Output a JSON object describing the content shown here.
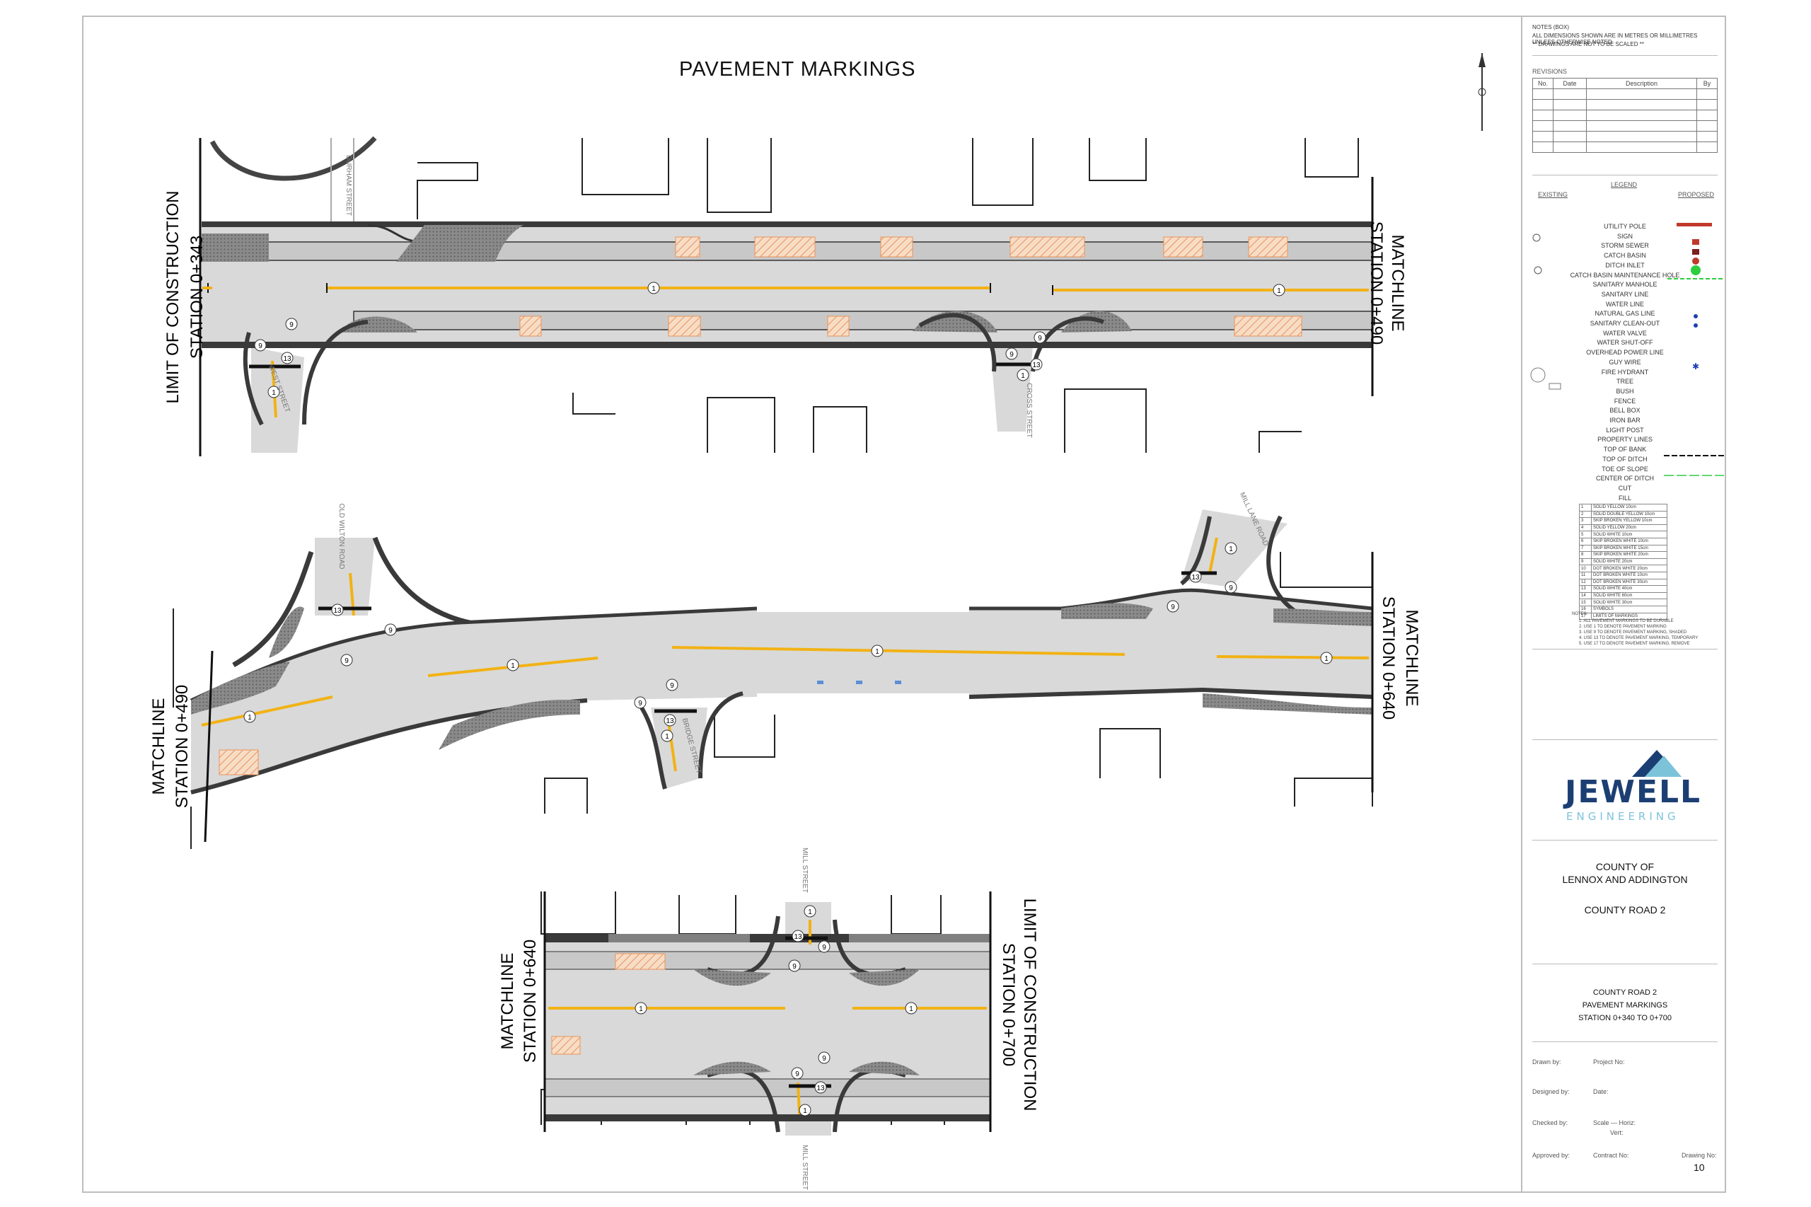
{
  "sheet": {
    "title": "PAVEMENT MARKINGS"
  },
  "plan_view_1": {
    "left_label": [
      "LIMIT OF CONSTRUCTION",
      "STATION 0+343"
    ],
    "right_label": [
      "MATCHLINE",
      "STATION 0+490"
    ],
    "streets": [
      "DURHAM STREET",
      "WEST STREET",
      "CROSS STREET"
    ],
    "marking_callouts": [
      "1",
      "1",
      "9",
      "9",
      "13",
      "1",
      "9",
      "9",
      "13"
    ]
  },
  "plan_view_2": {
    "left_label": [
      "MATCHLINE",
      "STATION 0+490"
    ],
    "right_label": [
      "MATCHLINE",
      "STATION 0+640"
    ],
    "streets": [
      "OLD WILTON ROAD",
      "BRIDGE STREET",
      "MILL LANE ROAD"
    ],
    "marking_callouts": [
      "13",
      "9",
      "9",
      "1",
      "1",
      "1",
      "1",
      "9",
      "9",
      "13",
      "1",
      "13",
      "9",
      "9",
      "1"
    ]
  },
  "plan_view_3": {
    "left_label": [
      "MATCHLINE",
      "STATION 0+640"
    ],
    "right_label": [
      "LIMIT OF CONSTRUCTION",
      "STATION 0+700"
    ],
    "streets": [
      "MILL STREET",
      "MILL STREET"
    ],
    "marking_callouts": [
      "1",
      "13",
      "9",
      "9",
      "1",
      "1",
      "9",
      "9",
      "13",
      "1"
    ]
  },
  "title_block": {
    "notes_header": "NOTES (BOX)",
    "notes_lines": [
      "ALL DIMENSIONS SHOWN ARE IN METRES OR MILLIMETRES UNLESS OTHERWISE NOTED",
      "** DRAWINGS ARE NOT TO BE SCALED **"
    ],
    "revisions_label": "REVISIONS",
    "revisions_headers": [
      "No.",
      "Date",
      "Description",
      "By"
    ],
    "legend_title": "LEGEND",
    "legend_existing": "EXISTING",
    "legend_proposed": "PROPOSED",
    "legend_items": [
      "UTILITY POLE",
      "SIGN",
      "STORM SEWER",
      "CATCH BASIN",
      "DITCH INLET",
      "CATCH BASIN MAINTENANCE HOLE",
      "SANITARY MANHOLE",
      "SANITARY LINE",
      "WATER LINE",
      "NATURAL GAS LINE",
      "SANITARY CLEAN-OUT",
      "WATER VALVE",
      "WATER SHUT-OFF",
      "OVERHEAD POWER LINE",
      "GUY WIRE",
      "FIRE HYDRANT",
      "TREE",
      "BUSH",
      "FENCE",
      "BELL BOX",
      "IRON BAR",
      "LIGHT POST",
      "PROPERTY LINES",
      "TOP OF BANK",
      "TOP OF DITCH",
      "TOE OF SLOPE",
      "CENTER OF DITCH",
      "CUT",
      "FILL"
    ],
    "marking_types": [
      [
        "1",
        "SOLID YELLOW 10cm"
      ],
      [
        "2",
        "SOLID DOUBLE YELLOW 10cm"
      ],
      [
        "3",
        "SKIP BROKEN YELLOW 10cm"
      ],
      [
        "4",
        "SOLID YELLOW 20cm"
      ],
      [
        "5",
        "SOLID WHITE 10cm"
      ],
      [
        "6",
        "SKIP BROKEN WHITE 10cm"
      ],
      [
        "7",
        "SKIP BROKEN WHITE 15cm"
      ],
      [
        "8",
        "SKIP BROKEN WHITE 20cm"
      ],
      [
        "9",
        "SOLID WHITE 20cm"
      ],
      [
        "10",
        "DOT BROKEN WHITE 20cm"
      ],
      [
        "11",
        "DOT BROKEN WHITE 10cm"
      ],
      [
        "12",
        "DOT BROKEN WHITE 30cm"
      ],
      [
        "13",
        "SOLID WHITE 40cm"
      ],
      [
        "14",
        "SOLID WHITE 60cm"
      ],
      [
        "15",
        "SOLID WHITE 30cm"
      ],
      [
        "16",
        "SYMBOLS"
      ],
      [
        "17",
        "LIMITS OF MARKINGS"
      ]
    ],
    "marking_notes_header": "NOTES:",
    "marking_notes": [
      "1. ALL PAVEMENT MARKINGS TO BE DURABLE",
      "2. USE 1 TO DENOTE PAVEMENT MARKING",
      "3. USE 9 TO DENOTE PAVEMENT MARKING, SHADED",
      "4. USE 13 TO DENOTE PAVEMENT MARKING, TEMPORARY",
      "5. USE 17 TO DENOTE PAVEMENT MARKING, REMOVE"
    ],
    "company_name": "JEWELL",
    "company_sub": "ENGINEERING",
    "client_line1": "COUNTY OF",
    "client_line2": "LENNOX AND ADDINGTON",
    "project": "COUNTY ROAD 2",
    "drawing_title_1": "COUNTY ROAD 2",
    "drawing_title_2": "PAVEMENT MARKINGS",
    "drawing_title_3": "STATION 0+340 TO 0+700",
    "fields": {
      "drawn_by": "Drawn by:",
      "project_no": "Project No:",
      "designed_by": "Designed by:",
      "date": "Date:",
      "checked_by": "Checked by:",
      "scale_horiz": "Scale — Horiz:",
      "scale_vert": "Vert:",
      "approved_by": "Approved by:",
      "contract_no": "Contract No:",
      "drawing_no_label": "Drawing No:",
      "drawing_no": "10"
    },
    "colors": {
      "road": "#d9d9d9",
      "curb": "#3a3a3a",
      "yellow_line": "#f2b214",
      "hatch_orange": "#e8945a",
      "logo_navy": "#1c3f73",
      "logo_teal": "#7cc3d9"
    }
  }
}
